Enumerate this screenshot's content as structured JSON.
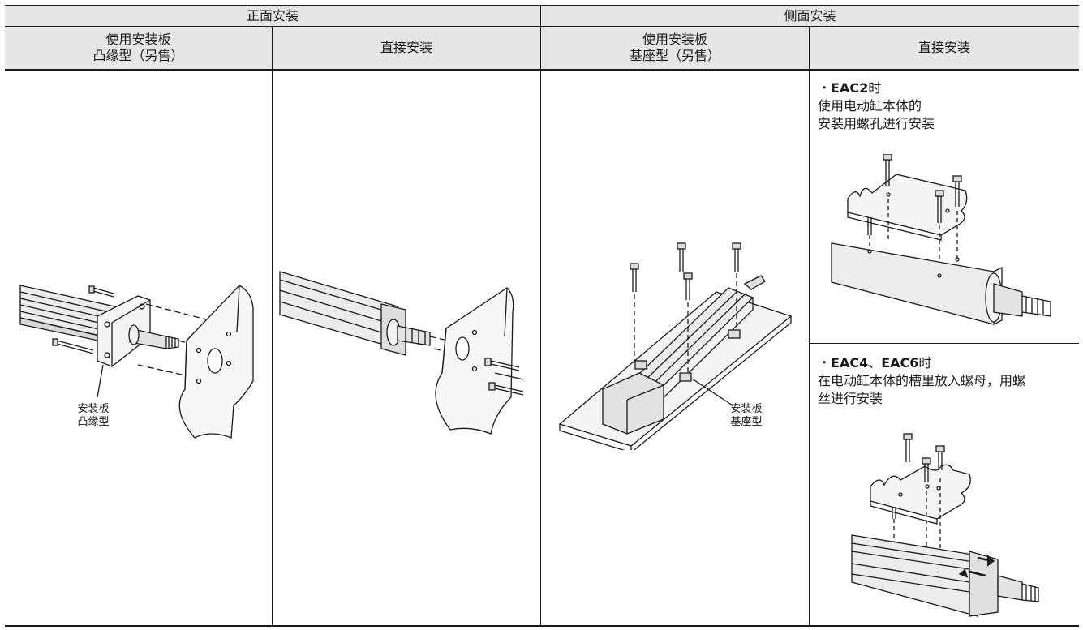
{
  "header": {
    "front_mount": "正面安装",
    "side_mount": "侧面安装",
    "col1_line1": "使用安装板",
    "col1_line2": "凸缘型（另售）",
    "col2": "直接安装",
    "col3_line1": "使用安装板",
    "col3_line2": "基座型（另售）",
    "col4": "直接安装"
  },
  "figures": {
    "flange_label_line1": "安装板",
    "flange_label_line2": "凸缘型",
    "foot_label_line1": "安装板",
    "foot_label_line2": "基座型"
  },
  "notes": {
    "eac2_bullet": "・",
    "eac2_model": "EAC2",
    "eac2_suffix": "时",
    "eac2_line2": "使用电动缸本体的",
    "eac2_line3": "安装用螺孔进行安装",
    "eac46_bullet": "・",
    "eac46_model1": "EAC4",
    "eac46_sep": "、",
    "eac46_model2": "EAC6",
    "eac46_suffix": "时",
    "eac46_line2": "在电动缸本体的槽里放入螺母，用螺",
    "eac46_line3": "丝进行安装"
  }
}
